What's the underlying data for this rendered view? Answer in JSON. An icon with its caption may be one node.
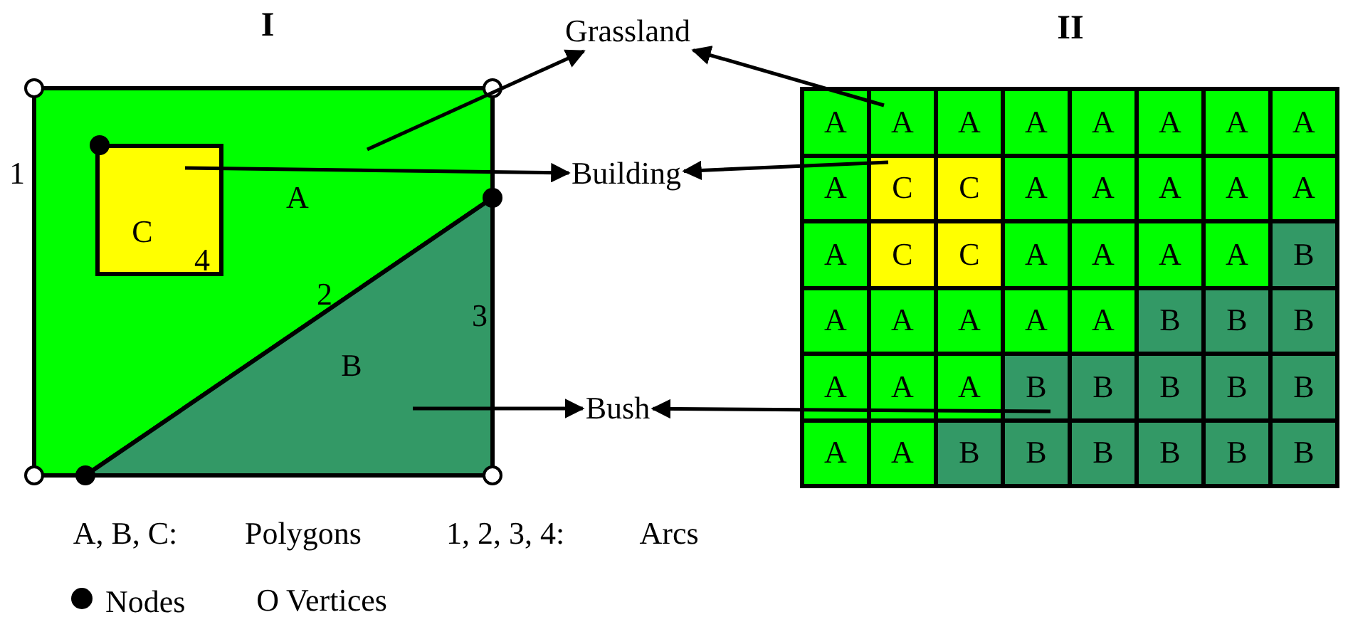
{
  "diagram": {
    "nodes": [
      {
        "text": [
          "I"
        ]
      },
      {
        "text": [
          "A"
        ],
        "in": 0
      },
      {
        "text": [
          "C"
        ],
        "in": 1
      },
      {
        "text": [
          "B"
        ],
        "in": 0
      },
      {
        "text": [
          "Grassland"
        ]
      },
      {
        "text": [
          "Building"
        ]
      },
      {
        "text": [
          "Bush"
        ]
      },
      {
        "text": [
          "II"
        ]
      },
      {
        "text": [
          "A"
        ],
        "in": 7
      },
      {
        "text": [
          "A"
        ],
        "in": 7
      },
      {
        "text": [
          "A"
        ],
        "in": 7
      },
      {
        "text": [
          "A"
        ],
        "in": 7
      },
      {
        "text": [
          "A"
        ],
        "in": 7
      },
      {
        "text": [
          "A"
        ],
        "in": 7
      },
      {
        "text": [
          "A"
        ],
        "in": 7
      },
      {
        "text": [
          "A"
        ],
        "in": 7
      },
      {
        "text": [
          "A"
        ],
        "in": 7
      },
      {
        "text": [
          "C"
        ],
        "in": 7
      },
      {
        "text": [
          "C"
        ],
        "in": 7
      },
      {
        "text": [
          "A"
        ],
        "in": 7
      },
      {
        "text": [
          "A"
        ],
        "in": 7
      },
      {
        "text": [
          "A"
        ],
        "in": 7
      },
      {
        "text": [
          "A"
        ],
        "in": 7
      },
      {
        "text": [
          "A"
        ],
        "in": 7
      },
      {
        "text": [
          "A"
        ],
        "in": 7
      },
      {
        "text": [
          "C"
        ],
        "in": 7
      },
      {
        "text": [
          "C"
        ],
        "in": 7
      },
      {
        "text": [
          "A"
        ],
        "in": 7
      },
      {
        "text": [
          "A"
        ],
        "in": 7
      },
      {
        "text": [
          "A"
        ],
        "in": 7
      },
      {
        "text": [
          "A"
        ],
        "in": 7
      },
      {
        "text": [
          "B"
        ],
        "in": 7
      },
      {
        "text": [
          "A"
        ],
        "in": 7
      },
      {
        "text": [
          "A"
        ],
        "in": 7
      },
      {
        "text": [
          "A"
        ],
        "in": 7
      },
      {
        "text": [
          "A"
        ],
        "in": 7
      },
      {
        "text": [
          "A"
        ],
        "in": 7
      },
      {
        "text": [
          "B"
        ],
        "in": 7
      },
      {
        "text": [
          "B"
        ],
        "in": 7
      },
      {
        "text": [
          "B"
        ],
        "in": 7
      },
      {
        "text": [
          "A"
        ],
        "in": 7
      },
      {
        "text": [
          "A"
        ],
        "in": 7
      },
      {
        "text": [
          "A"
        ],
        "in": 7
      },
      {
        "text": [
          "B"
        ],
        "in": 7
      },
      {
        "text": [
          "B"
        ],
        "in": 7
      },
      {
        "text": [
          "B"
        ],
        "in": 7
      },
      {
        "text": [
          "B"
        ],
        "in": 7
      },
      {
        "text": [
          "B"
        ],
        "in": 7
      },
      {
        "text": [
          "A"
        ],
        "in": 7
      },
      {
        "text": [
          "A"
        ],
        "in": 7
      },
      {
        "text": [
          "B"
        ],
        "in": 7
      },
      {
        "text": [
          "B"
        ],
        "in": 7
      },
      {
        "text": [
          "B"
        ],
        "in": 7
      },
      {
        "text": [
          "B"
        ],
        "in": 7
      },
      {
        "text": [
          "B"
        ],
        "in": 7
      },
      {
        "text": [
          "B"
        ],
        "in": 7
      }
    ],
    "edges": [
      {
        "from": 1,
        "to": 4,
        "arrow": "to"
      },
      {
        "from": 2,
        "to": 5,
        "arrow": "to"
      },
      {
        "from": 3,
        "to": 6,
        "arrow": "to"
      },
      {
        "from": 9,
        "to": 4,
        "arrow": "to"
      },
      {
        "from": 17,
        "to": 5,
        "arrow": "to"
      },
      {
        "from": 43,
        "to": 6,
        "arrow": "to"
      }
    ],
    "labels": [
      "1",
      "2",
      "3",
      "4",
      "A, B, C:",
      "Polygons",
      "1, 2, 3, 4:",
      "Arcs",
      "O Vertices"
    ],
    "legend": [
      {
        "text": "Nodes"
      }
    ]
  }
}
